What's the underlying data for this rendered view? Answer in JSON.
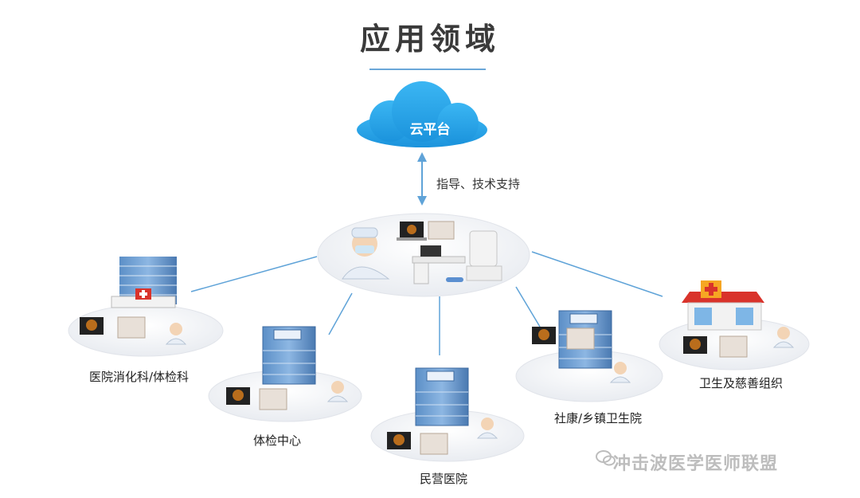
{
  "title": "应用领域",
  "cloud": {
    "label": "云平台"
  },
  "link_label": "指导、技术支持",
  "nodes": {
    "hospital_gastro": "医院消化科/体检科",
    "health_center": "体检中心",
    "private_hospital": "民营医院",
    "community": "社康/乡镇卫生院",
    "charity": "卫生及慈善组织"
  },
  "watermark": "冲击波医学医师联盟",
  "colors": {
    "cloud": "#2aa6ea",
    "accent_line": "#6aa7d8",
    "connector": "#5fa3d8"
  }
}
